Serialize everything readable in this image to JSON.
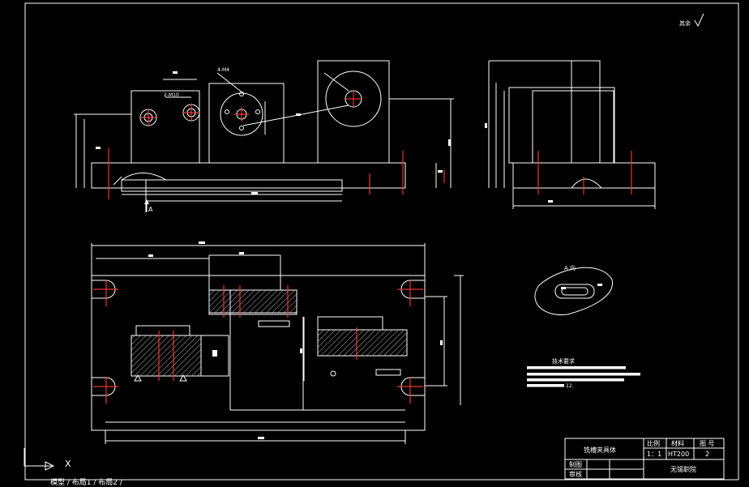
{
  "drawing": {
    "roughness_mark": "其余",
    "view_label_a": "A",
    "view_label_a_dir": "A 向",
    "label_4m": "4-M4",
    "label_2m": "2-M10",
    "tech_title": "技术要求",
    "tech_line_end": "12."
  },
  "title_block": {
    "name": "铣槽夹具体",
    "scale_header": "比例",
    "material_header": "材料",
    "drawing_no_header": "图 号",
    "scale": "1：1",
    "material": "HT200",
    "drawing_no": "2",
    "drafter_label": "制图",
    "checker_label": "审核",
    "school": "无锡职院"
  },
  "ucs": {
    "x_label": "X"
  },
  "command_line": "模型 / 布局1 / 布局2 /"
}
